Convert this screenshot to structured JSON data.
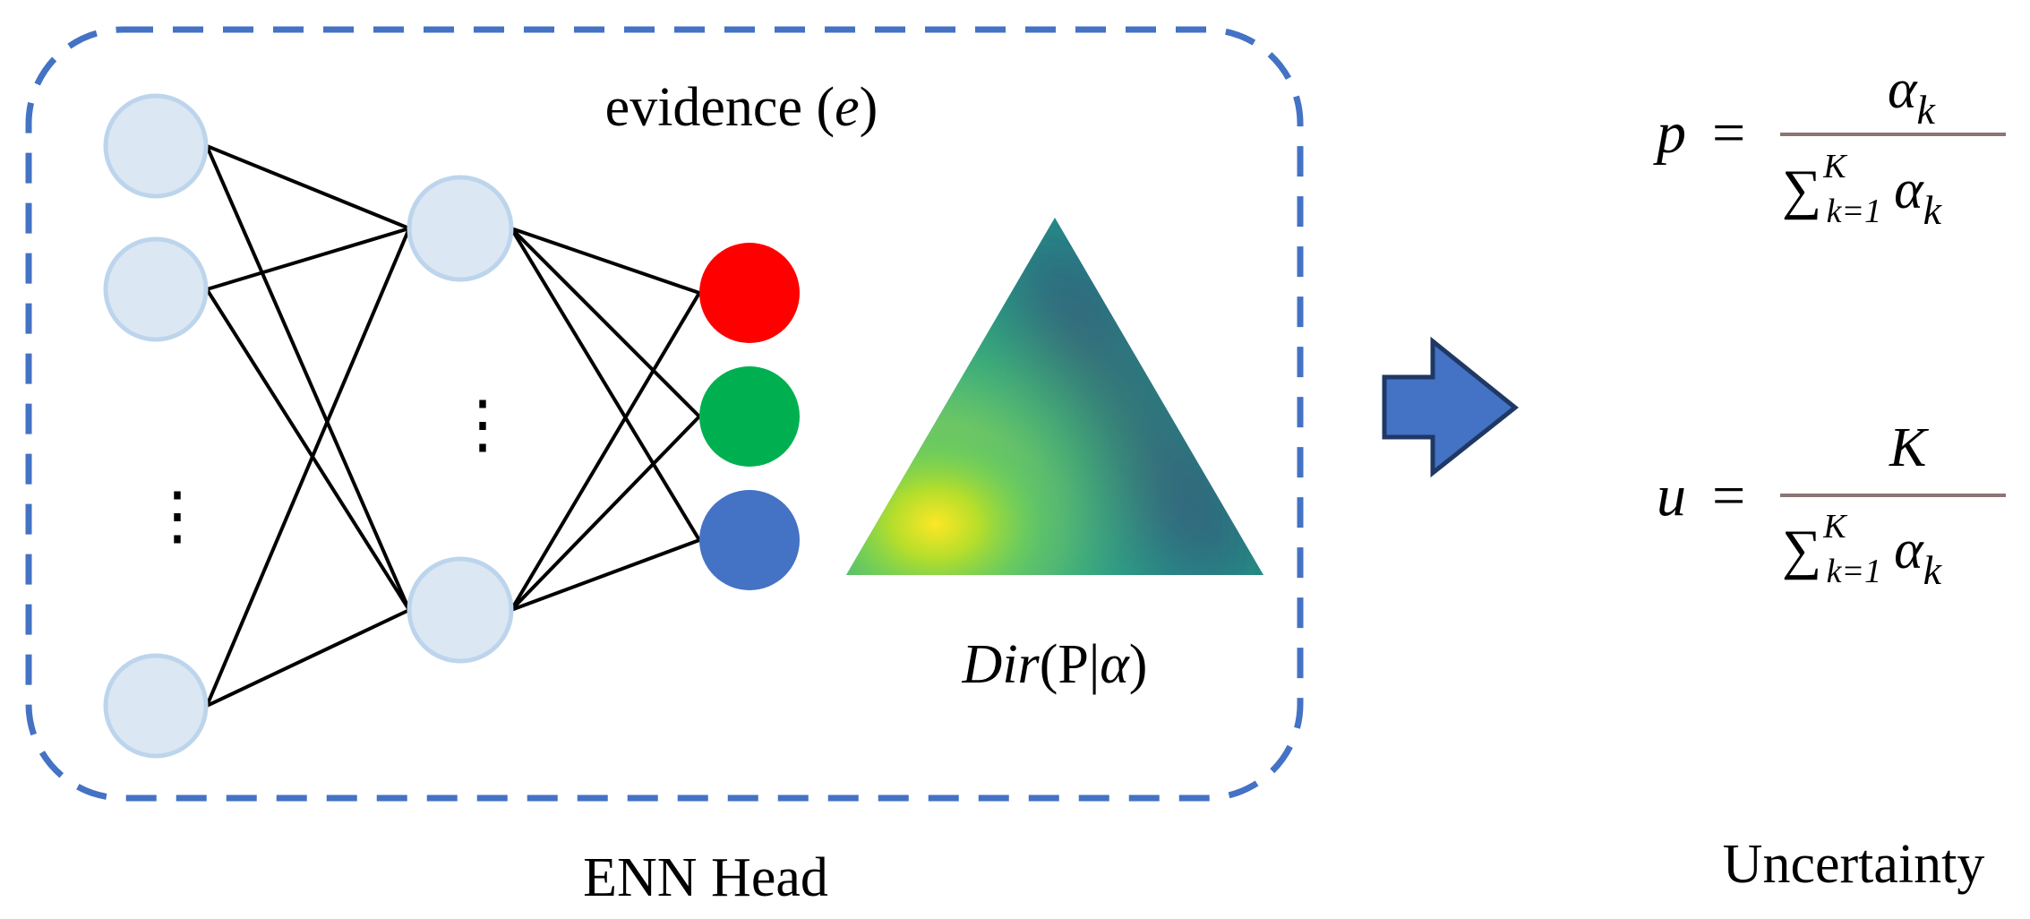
{
  "colors": {
    "dashed_border": "#4472C4",
    "node_fill": "#DCE7F4",
    "node_stroke": "#BDD5EC",
    "edge": "#000000",
    "output_red": "#FF0000",
    "output_green": "#00B050",
    "output_blue": "#4472C4",
    "arrow_fill": "#4472C4",
    "arrow_stroke": "#1F3864",
    "fraction_bar": "#8B7575"
  },
  "labels": {
    "evidence_text": "evidence (",
    "evidence_var": "e",
    "evidence_close": ")",
    "head_caption": "ENN Head",
    "uncertainty_caption": "Uncertainty",
    "dir_name": "Dir",
    "dir_args_open": "(P|",
    "dir_alpha": "α",
    "dir_close": ")",
    "vdots": "⋮"
  },
  "formula_p": {
    "lhs": "p",
    "eq": "=",
    "num_var": "α",
    "num_sub": "k",
    "den_sum": "∑",
    "den_sup": "K",
    "den_sub": "k=1",
    "den_var": "α",
    "den_var_sub": "k"
  },
  "formula_u": {
    "lhs": "u",
    "eq": "=",
    "num_var": "K",
    "den_sum": "∑",
    "den_sup": "K",
    "den_sub": "k=1",
    "den_var": "α",
    "den_var_sub": "k"
  },
  "icons": {
    "arrow": "right-arrow-icon",
    "simplex": "dirichlet-simplex-heatmap"
  }
}
